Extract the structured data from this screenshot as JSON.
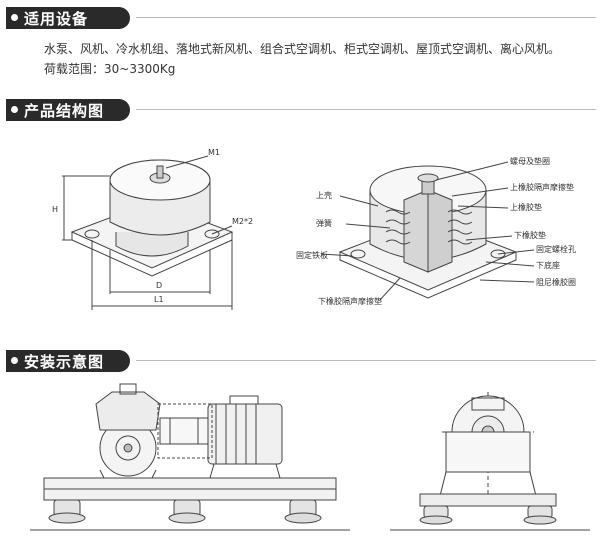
{
  "sections": {
    "applicable_equipment": {
      "title": "适用设备",
      "line1": "水泵、风机、冷水机组、落地式新风机、组合式空调机、柜式空调机、屋顶式空调机、离心风机。",
      "line2": "荷载范围：30~3300Kg"
    },
    "product_structure": {
      "title": "产品结构图",
      "dim_labels": {
        "m1": "M1",
        "h": "H",
        "m2": "M2*2",
        "d": "D",
        "l1": "L1"
      },
      "part_labels": {
        "nut_washer": "螺母及垫圈",
        "upper_shell": "上壳",
        "upper_rubber_noise_pad": "上橡胶隔声摩擦垫",
        "upper_rubber_pad": "上橡胶垫",
        "spring": "弹簧",
        "lower_rubber_pad": "下橡胶垫",
        "fixing_bolt_hole": "固定螺栓孔",
        "fixing_iron_plate": "固定铁板",
        "lower_base": "下底座",
        "damping_rubber": "阻尼橡胶圈",
        "lower_rubber_noise_pad": "下橡胶隔声摩擦垫"
      }
    },
    "installation": {
      "title": "安装示意图"
    }
  },
  "colors": {
    "header_bg": "#2a2a2a",
    "header_text": "#ffffff",
    "line_art": "#444444"
  }
}
